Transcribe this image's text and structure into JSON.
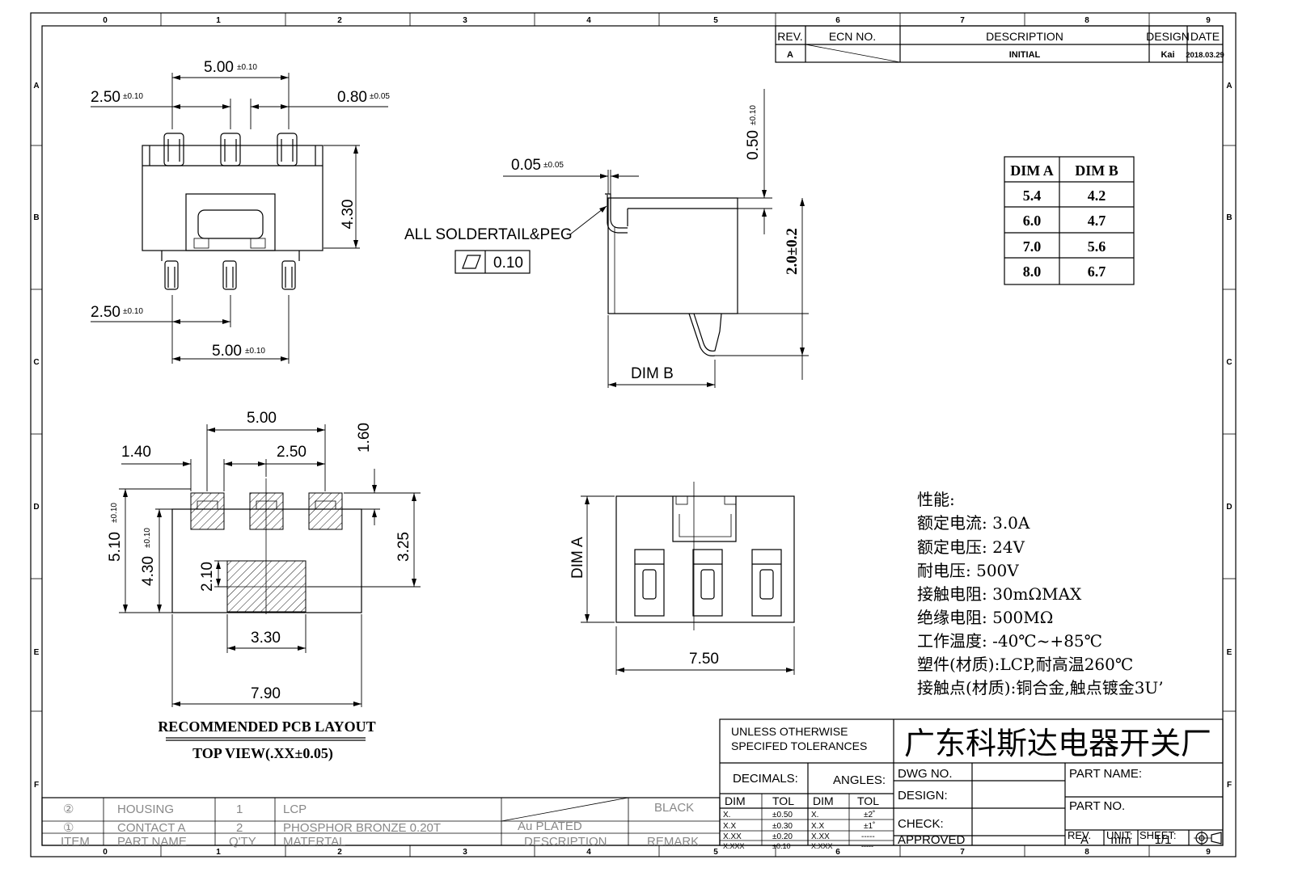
{
  "border": {
    "cols_top": [
      "0",
      "1",
      "2",
      "3",
      "4",
      "5",
      "6",
      "7",
      "8",
      "9"
    ],
    "cols_bottom": [
      "0",
      "1",
      "2",
      "3",
      "4",
      "5",
      "6",
      "7",
      "8",
      "9"
    ],
    "rows_left": [
      "A",
      "B",
      "C",
      "D",
      "E",
      "F"
    ],
    "rows_right": [
      "A",
      "B",
      "C",
      "D",
      "E",
      "F"
    ]
  },
  "revision_block": {
    "headers": {
      "rev": "REV.",
      "ecn": "ECN NO.",
      "desc": "DESCRIPTION",
      "design": "DESIGN",
      "date": "DATE"
    },
    "row": {
      "rev": "A",
      "desc": "INITIAL",
      "design": "Kai",
      "date": "2018.03.29"
    }
  },
  "front_view": {
    "d_5_00_top": "5.00",
    "tol_010_a": "±0.10",
    "d_2_50_top": "2.50",
    "tol_010_b": "±0.10",
    "d_0_80": "0.80",
    "tol_005_a": "±0.05",
    "d_4_30": "4.30",
    "d_2_50_bot": "2.50",
    "tol_010_c": "±0.10",
    "d_5_00_bot": "5.00",
    "tol_010_d": "±0.10"
  },
  "side_view": {
    "d_0_05": "0.05",
    "tol_005_b": "±0.05",
    "d_0_50": "0.50",
    "tol_010_e": "±0.10",
    "d_2_0": "2.0±0.2",
    "solder_note": "ALL SOLDERTAIL&PEG",
    "flatness": "0.10",
    "dim_b_label": "DIM B"
  },
  "dim_table": {
    "headers": [
      "DIM A",
      "DIM B"
    ],
    "rows": [
      [
        "5.4",
        "4.2"
      ],
      [
        "6.0",
        "4.7"
      ],
      [
        "7.0",
        "5.6"
      ],
      [
        "8.0",
        "6.7"
      ]
    ]
  },
  "pcb_layout": {
    "d_5_00": "5.00",
    "d_1_40": "1.40",
    "d_2_50": "2.50",
    "d_1_60": "1.60",
    "d_5_10": "5.10",
    "tol_5_10": "±0.10",
    "d_4_30": "4.30",
    "tol_4_30": "±0.10",
    "d_2_10": "2.10",
    "d_3_25": "3.25",
    "d_3_30": "3.30",
    "d_7_90": "7.90",
    "title": "RECOMMENDED PCB LAYOUT",
    "subtitle": "TOP VIEW(.XX±0.05)"
  },
  "top_view": {
    "dim_a_label": "DIM A",
    "d_7_50": "7.50"
  },
  "specs": [
    "性能:",
    "额定电流: 3.0A",
    "额定电压: 24V",
    "耐电压: 500V",
    "接触电阻: 30mΩMAX",
    "绝缘电阻: 500MΩ",
    "工作温度: -40℃~+85℃",
    "塑件(材质):LCP,耐高温260℃",
    "接触点(材质):铜合金,触点镀金3U’"
  ],
  "title_block": {
    "tolerance_note_1": "UNLESS OTHERWISE",
    "tolerance_note_2": "SPECIFED TOLERANCES",
    "company": "广东科斯达电器开关厂",
    "decimals": "DECIMALS:",
    "angles": "ANGLES:",
    "dim": "DIM",
    "tol": "TOL",
    "dec_rows": [
      [
        "X.",
        "±0.50"
      ],
      [
        "X.X",
        "±0.30"
      ],
      [
        "X.XX",
        "±0.20"
      ],
      [
        "X.XXX",
        "±0.10"
      ]
    ],
    "ang_rows": [
      [
        "X.",
        "±2˚"
      ],
      [
        "X.X",
        "±1˚"
      ],
      [
        "X.XX",
        "-----"
      ],
      [
        "X.XXX",
        "-----"
      ]
    ],
    "dwg_no": "DWG NO.",
    "design": "DESIGN:",
    "check": "CHECK:",
    "approved": "APPROVED",
    "part_name": "PART NAME:",
    "part_no": "PART NO.",
    "rev_label": "REV.",
    "rev_value": "A",
    "unit_label": "UNIT:",
    "unit_value": "mm",
    "sheet_label": "SHEET:",
    "sheet_value": "1/1"
  },
  "bom": {
    "rows": [
      {
        "item": "②",
        "part": "HOUSING",
        "qty": "1",
        "material": "LCP",
        "desc": "",
        "remark": "BLACK"
      },
      {
        "item": "①",
        "part": "CONTACT A",
        "qty": "2",
        "material": "PHOSPHOR BRONZE 0.20T",
        "desc": "Au PLATED",
        "remark": ""
      }
    ],
    "headers": {
      "item": "ITEM",
      "part": "PART NAME",
      "qty": "Q'TY",
      "material": "MATERTAL",
      "desc": "DESCRIPTION",
      "remark": "REMARK"
    }
  }
}
